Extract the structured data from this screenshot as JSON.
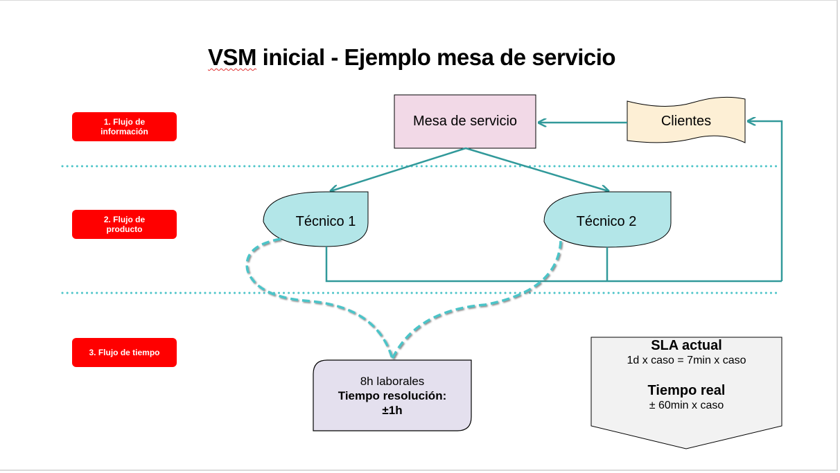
{
  "title": {
    "prefix": "VSM",
    "rest": " inicial - Ejemplo mesa de servicio"
  },
  "sections": [
    {
      "label_line1": "1. Flujo de",
      "label_line2": "información"
    },
    {
      "label_line1": "2. Flujo de",
      "label_line2": "producto"
    },
    {
      "label_line1": "3. Flujo de tiempo",
      "label_line2": ""
    }
  ],
  "nodes": {
    "mesa": "Mesa de servicio",
    "clientes": "Clientes",
    "tecnico1": "Técnico 1",
    "tecnico2": "Técnico 2"
  },
  "time_box": {
    "line1": "8h laborales",
    "line2": "Tiempo resolución:",
    "line3": "±1h"
  },
  "sla_box": {
    "heading1": "SLA actual",
    "value1": "1d x caso = 7min x caso",
    "heading2": "Tiempo real",
    "value2": "± 60min x caso"
  },
  "colors": {
    "section_tag": "#ff0000",
    "connector": "#31999a",
    "divider": "#4bc4c8",
    "mesa_fill": "#f2d9e7",
    "clientes_fill": "#fdefd5",
    "tecnico_fill": "#b3e6e8",
    "time_fill": "#e4e0ee",
    "sla_fill": "#f2f2f2"
  }
}
